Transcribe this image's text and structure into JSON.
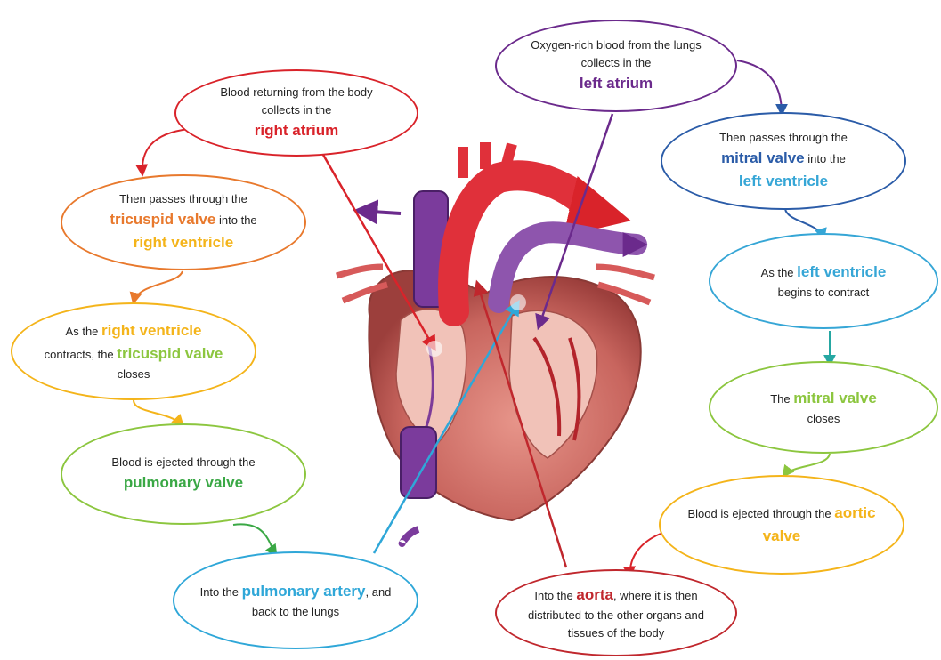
{
  "colors": {
    "red": "#d9232a",
    "purple": "#6b2a8c",
    "blue": "#2b5ca8",
    "sky": "#36a6d6",
    "teal": "#26a7a2",
    "lime": "#8cc63f",
    "yellow": "#f4b41a",
    "orange": "#e8792d",
    "green": "#3aa845",
    "cyan": "#2fa7d8",
    "darkred": "#c0272d"
  },
  "steps": {
    "s1": {
      "pre": "Blood returning from the body collects in the",
      "hl": "right atrium",
      "post": ""
    },
    "s2": {
      "pre": "Then passes through the",
      "hl": "tricuspid valve",
      "mid": "into the",
      "hl2": "right ventricle",
      "post": ""
    },
    "s3": {
      "pre": "As the",
      "hl": "right ventricle",
      "mid": "contracts, the",
      "hl2": "tricuspid valve",
      "post": "closes"
    },
    "s4": {
      "pre": "Blood is ejected through the",
      "hl": "pulmonary valve",
      "post": ""
    },
    "s5": {
      "pre": "Into the",
      "hl": "pulmonary artery",
      "post": ", and back to the lungs"
    },
    "s6": {
      "pre": "Oxygen-rich blood from the lungs collects in the",
      "hl": "left atrium",
      "post": ""
    },
    "s7": {
      "pre": "Then passes through the",
      "hl": "mitral valve",
      "mid": "into the",
      "hl2": "left ventricle",
      "post": ""
    },
    "s8": {
      "pre": "As the",
      "hl": "left ventricle",
      "post": "begins to contract"
    },
    "s9": {
      "pre": "The",
      "hl": "mitral valve",
      "post": "closes"
    },
    "s10": {
      "pre": "Blood is ejected through the",
      "hl": "aortic valve",
      "post": ""
    },
    "s11": {
      "pre": "Into the",
      "hl": "aorta",
      "post": ", where it is then distributed to the other organs and tissues of the body"
    }
  }
}
